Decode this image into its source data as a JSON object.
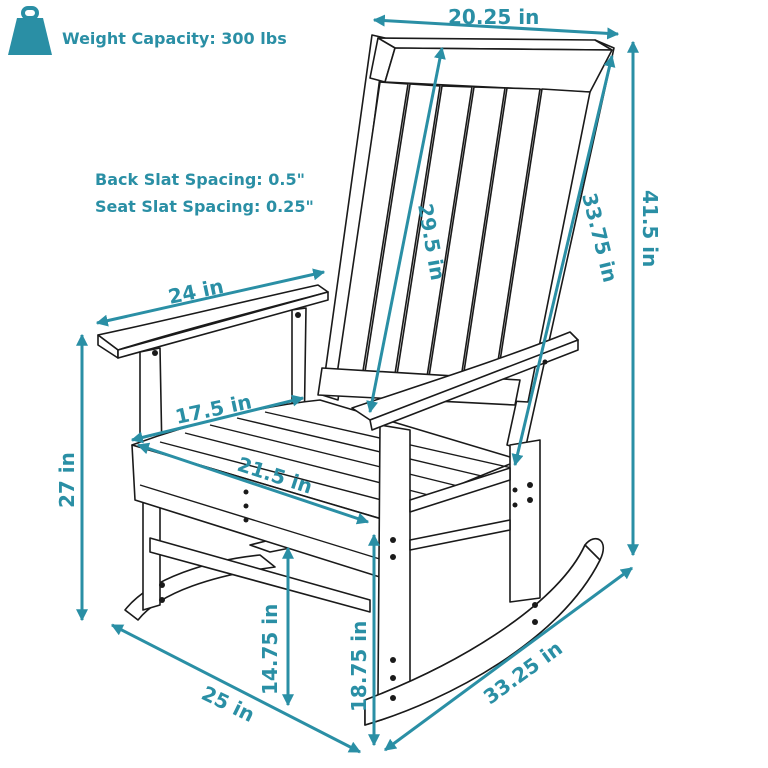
{
  "header": {
    "icon": "weight-icon",
    "weight_capacity": "Weight Capacity: 300 lbs"
  },
  "specs": {
    "back_slat_spacing": "Back Slat Spacing: 0.5\"",
    "seat_slat_spacing": "Seat Slat Spacing: 0.25\""
  },
  "dimensions": {
    "top_width": "20.25 in",
    "back_height": "29.5 in",
    "back_diagonal": "33.75 in",
    "total_height": "41.5 in",
    "arm_length": "24 in",
    "seat_depth": "17.5 in",
    "seat_width": "21.5 in",
    "arm_height": "27 in",
    "seat_height": "14.75 in",
    "front_height": "18.75 in",
    "base_depth": "25 in",
    "rocker_length": "33.25 in"
  },
  "colors": {
    "accent": "#2a8fa5",
    "line": "#1a1a1a"
  }
}
